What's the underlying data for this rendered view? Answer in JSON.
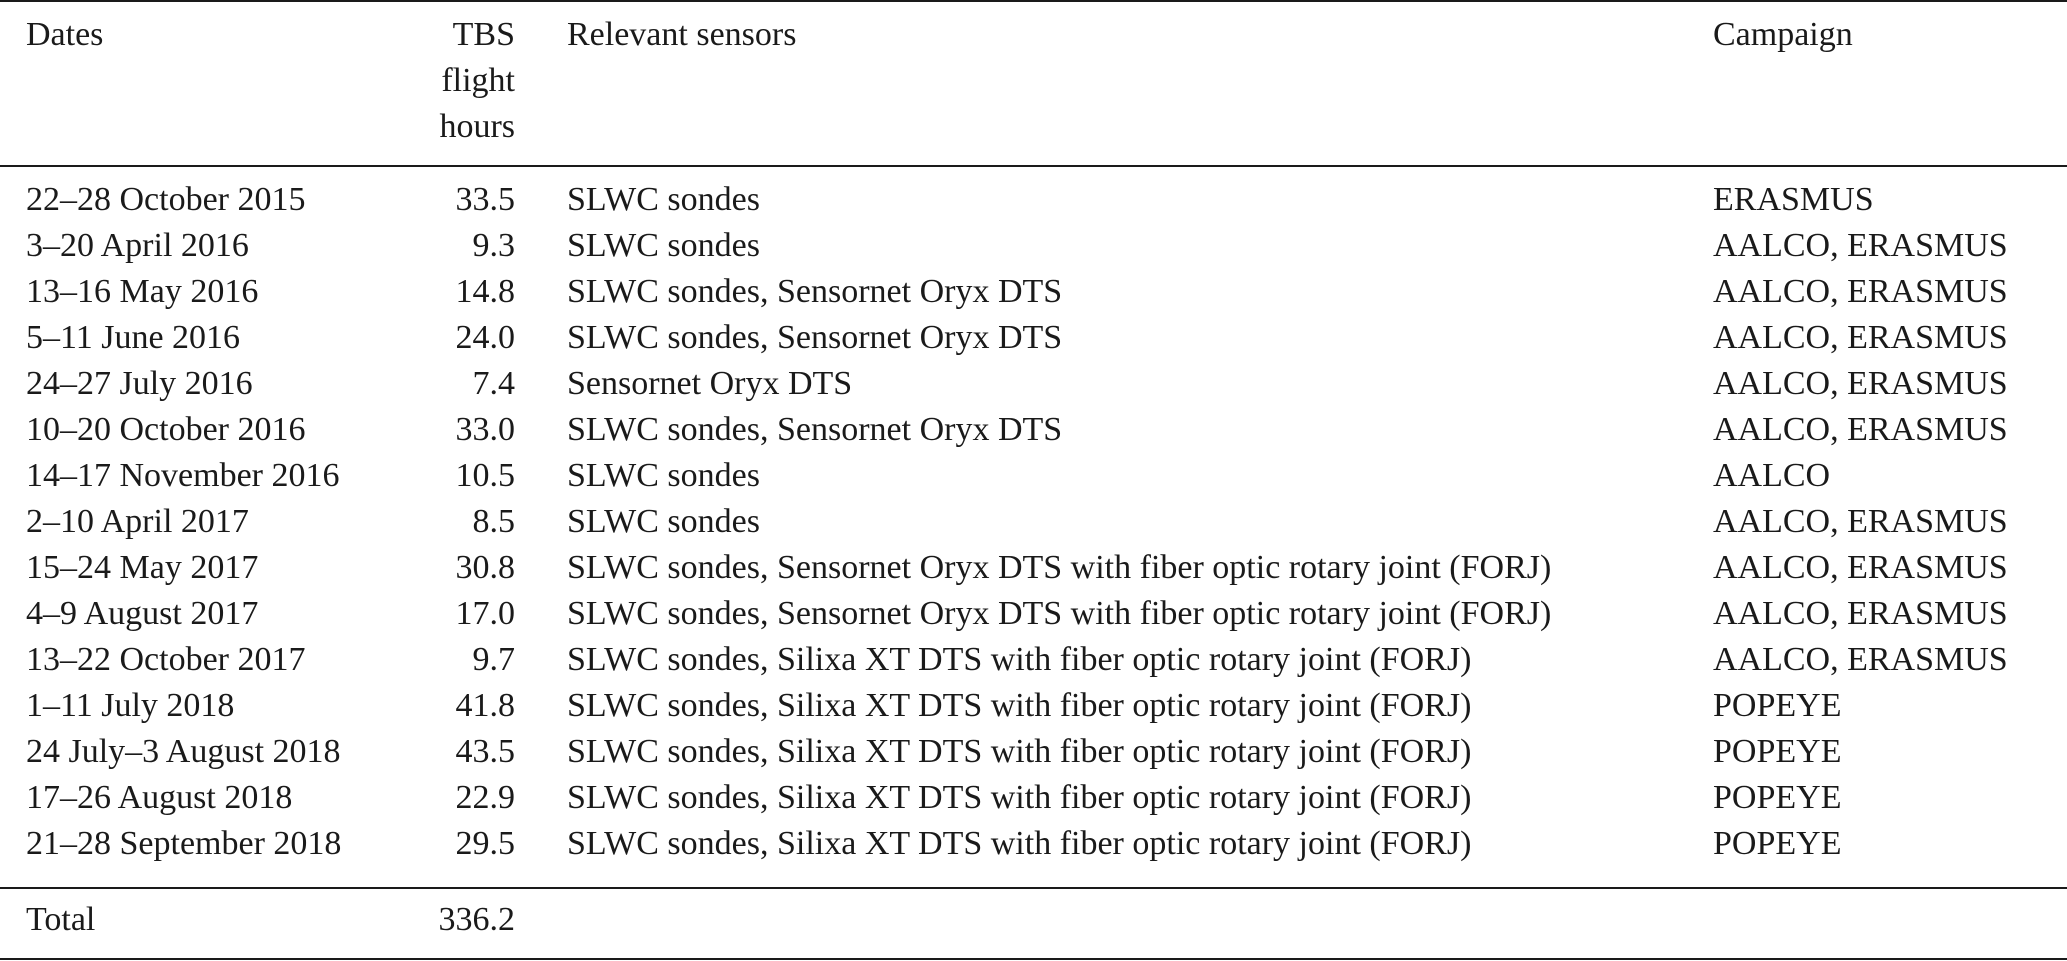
{
  "header": {
    "dates": "Dates",
    "hours_line1": "TBS",
    "hours_line2": "flight",
    "hours_line3": "hours",
    "sensors": "Relevant sensors",
    "campaign": "Campaign"
  },
  "rows": [
    {
      "date": "22–28 October 2015",
      "hours": "33.5",
      "sensors": "SLWC sondes",
      "campaign": "ERASMUS"
    },
    {
      "date": "3–20 April 2016",
      "hours": "9.3",
      "sensors": "SLWC sondes",
      "campaign": "AALCO, ERASMUS"
    },
    {
      "date": "13–16 May 2016",
      "hours": "14.8",
      "sensors": "SLWC sondes, Sensornet Oryx DTS",
      "campaign": "AALCO, ERASMUS"
    },
    {
      "date": "5–11 June 2016",
      "hours": "24.0",
      "sensors": "SLWC sondes, Sensornet Oryx DTS",
      "campaign": "AALCO, ERASMUS"
    },
    {
      "date": "24–27 July 2016",
      "hours": "7.4",
      "sensors": "Sensornet Oryx DTS",
      "campaign": "AALCO, ERASMUS"
    },
    {
      "date": "10–20 October 2016",
      "hours": "33.0",
      "sensors": "SLWC sondes, Sensornet Oryx DTS",
      "campaign": "AALCO, ERASMUS"
    },
    {
      "date": "14–17 November 2016",
      "hours": "10.5",
      "sensors": "SLWC sondes",
      "campaign": "AALCO"
    },
    {
      "date": "2–10 April 2017",
      "hours": "8.5",
      "sensors": "SLWC sondes",
      "campaign": "AALCO, ERASMUS"
    },
    {
      "date": "15–24 May 2017",
      "hours": "30.8",
      "sensors": "SLWC sondes, Sensornet Oryx DTS with fiber optic rotary joint (FORJ)",
      "campaign": "AALCO, ERASMUS"
    },
    {
      "date": "4–9 August 2017",
      "hours": "17.0",
      "sensors": "SLWC sondes, Sensornet Oryx DTS with fiber optic rotary joint (FORJ)",
      "campaign": "AALCO, ERASMUS"
    },
    {
      "date": "13–22 October 2017",
      "hours": "9.7",
      "sensors": "SLWC sondes, Silixa XT DTS with fiber optic rotary joint (FORJ)",
      "campaign": "AALCO, ERASMUS"
    },
    {
      "date": "1–11 July 2018",
      "hours": "41.8",
      "sensors": "SLWC sondes, Silixa XT DTS with fiber optic rotary joint (FORJ)",
      "campaign": "POPEYE"
    },
    {
      "date": "24 July–3 August 2018",
      "hours": "43.5",
      "sensors": "SLWC sondes, Silixa XT DTS with fiber optic rotary joint (FORJ)",
      "campaign": "POPEYE"
    },
    {
      "date": "17–26 August 2018",
      "hours": "22.9",
      "sensors": "SLWC sondes, Silixa XT DTS with fiber optic rotary joint (FORJ)",
      "campaign": "POPEYE"
    },
    {
      "date": "21–28 September 2018",
      "hours": "29.5",
      "sensors": "SLWC sondes, Silixa XT DTS with fiber optic rotary joint (FORJ)",
      "campaign": "POPEYE"
    }
  ],
  "total": {
    "label": "Total",
    "hours": "336.2"
  }
}
